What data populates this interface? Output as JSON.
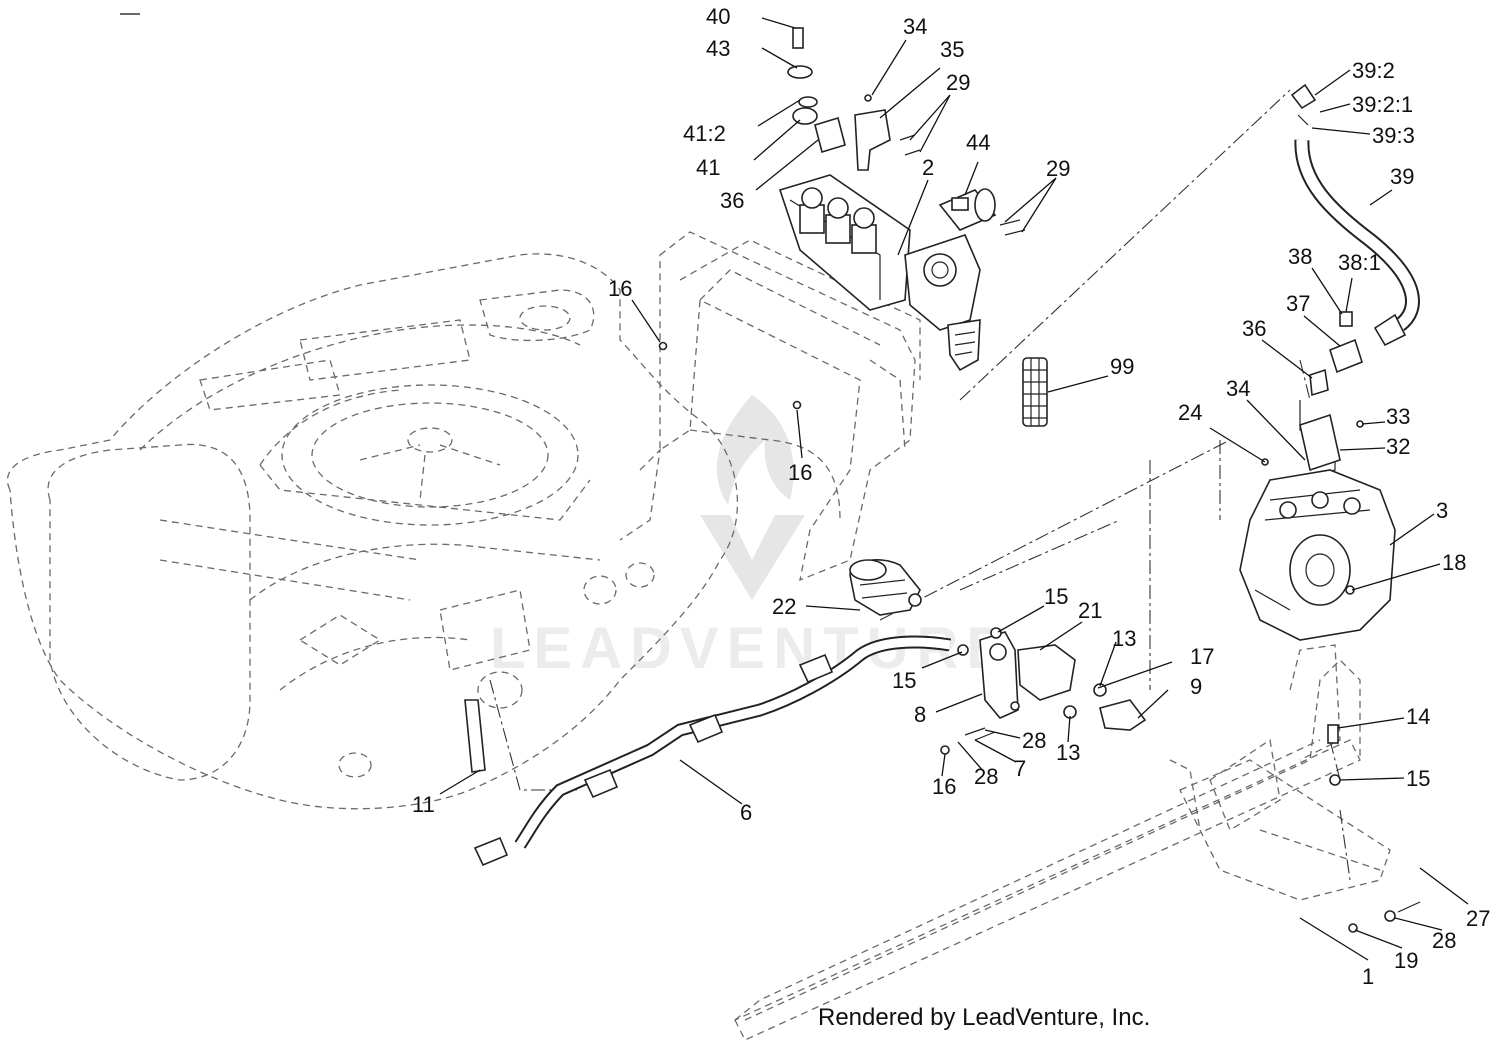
{
  "caption": "Rendered by LeadVenture, Inc.",
  "watermark": {
    "text": "LEADVENTURE",
    "color": "#e6e6e6"
  },
  "callouts": [
    {
      "id": "c40",
      "text": "40"
    },
    {
      "id": "c43",
      "text": "43"
    },
    {
      "id": "c41-2",
      "text": "41:2"
    },
    {
      "id": "c41",
      "text": "41"
    },
    {
      "id": "c36a",
      "text": "36"
    },
    {
      "id": "c34a",
      "text": "34"
    },
    {
      "id": "c35",
      "text": "35"
    },
    {
      "id": "c29a",
      "text": "29"
    },
    {
      "id": "c2",
      "text": "2"
    },
    {
      "id": "c44",
      "text": "44"
    },
    {
      "id": "c29b",
      "text": "29"
    },
    {
      "id": "c16a",
      "text": "16"
    },
    {
      "id": "c16b",
      "text": "16"
    },
    {
      "id": "c99",
      "text": "99"
    },
    {
      "id": "c39-2",
      "text": "39:2"
    },
    {
      "id": "c39-2-1",
      "text": "39:2:1"
    },
    {
      "id": "c39-3",
      "text": "39:3"
    },
    {
      "id": "c39",
      "text": "39"
    },
    {
      "id": "c38",
      "text": "38"
    },
    {
      "id": "c38-1",
      "text": "38:1"
    },
    {
      "id": "c37",
      "text": "37"
    },
    {
      "id": "c36b",
      "text": "36"
    },
    {
      "id": "c34b",
      "text": "34"
    },
    {
      "id": "c24",
      "text": "24"
    },
    {
      "id": "c33",
      "text": "33"
    },
    {
      "id": "c32",
      "text": "32"
    },
    {
      "id": "c3",
      "text": "3"
    },
    {
      "id": "c18",
      "text": "18"
    },
    {
      "id": "c22",
      "text": "22"
    },
    {
      "id": "c15a",
      "text": "15"
    },
    {
      "id": "c21",
      "text": "21"
    },
    {
      "id": "c13a",
      "text": "13"
    },
    {
      "id": "c17",
      "text": "17"
    },
    {
      "id": "c15b",
      "text": "15"
    },
    {
      "id": "c9",
      "text": "9"
    },
    {
      "id": "c8",
      "text": "8"
    },
    {
      "id": "c28a",
      "text": "28"
    },
    {
      "id": "c13b",
      "text": "13"
    },
    {
      "id": "c7",
      "text": "7"
    },
    {
      "id": "c28b",
      "text": "28"
    },
    {
      "id": "c16c",
      "text": "16"
    },
    {
      "id": "c14",
      "text": "14"
    },
    {
      "id": "c15c",
      "text": "15"
    },
    {
      "id": "c11",
      "text": "11"
    },
    {
      "id": "c6",
      "text": "6"
    },
    {
      "id": "c27",
      "text": "27"
    },
    {
      "id": "c28c",
      "text": "28"
    },
    {
      "id": "c19",
      "text": "19"
    },
    {
      "id": "c1",
      "text": "1"
    }
  ]
}
